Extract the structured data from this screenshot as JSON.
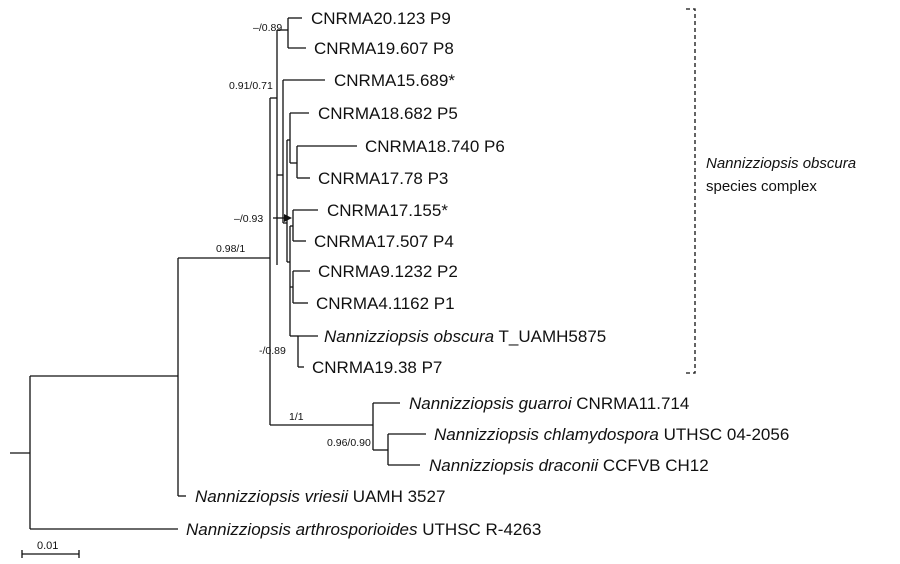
{
  "taxa": {
    "t1": {
      "code": "CNRMA20.123 P9"
    },
    "t2": {
      "code": "CNRMA19.607 P8"
    },
    "t3": {
      "code": "CNRMA15.689*"
    },
    "t4": {
      "code": "CNRMA18.682 P5"
    },
    "t5": {
      "code": "CNRMA18.740 P6"
    },
    "t6": {
      "code": "CNRMA17.78 P3"
    },
    "t7": {
      "code": "CNRMA17.155*"
    },
    "t8": {
      "code": "CNRMA17.507 P4"
    },
    "t9": {
      "code": "CNRMA9.1232 P2"
    },
    "t10": {
      "code": "CNRMA4.1162 P1"
    },
    "t11": {
      "species": "Nannizziopsis obscura",
      "code": "T_UAMH5875"
    },
    "t12": {
      "code": "CNRMA19.38 P7"
    },
    "t13": {
      "species": "Nannizziopsis guarroi",
      "code": "CNRMA11.714"
    },
    "t14": {
      "species": "Nannizziopsis chlamydospora",
      "code": "UTHSC 04-2056"
    },
    "t15": {
      "species": "Nannizziopsis draconii",
      "code": "CCFVB CH12"
    },
    "t16": {
      "species": "Nannizziopsis vriesii",
      "code": "UAMH 3527"
    },
    "t17": {
      "species": "Nannizziopsis arthrosporioides",
      "code": "UTHSC R-4263"
    }
  },
  "supports": {
    "s1": "–/0.89",
    "s2": "0.91/0.71",
    "s3": "–/0.93",
    "s4": "0.98/1",
    "s5": "-/0.89",
    "s6": "1/1",
    "s7": "0.96/0.90"
  },
  "clade": {
    "species": "Nannizziopsis obscura",
    "rest": "species complex"
  },
  "scale": {
    "label": "0.01",
    "value": 0.01
  }
}
